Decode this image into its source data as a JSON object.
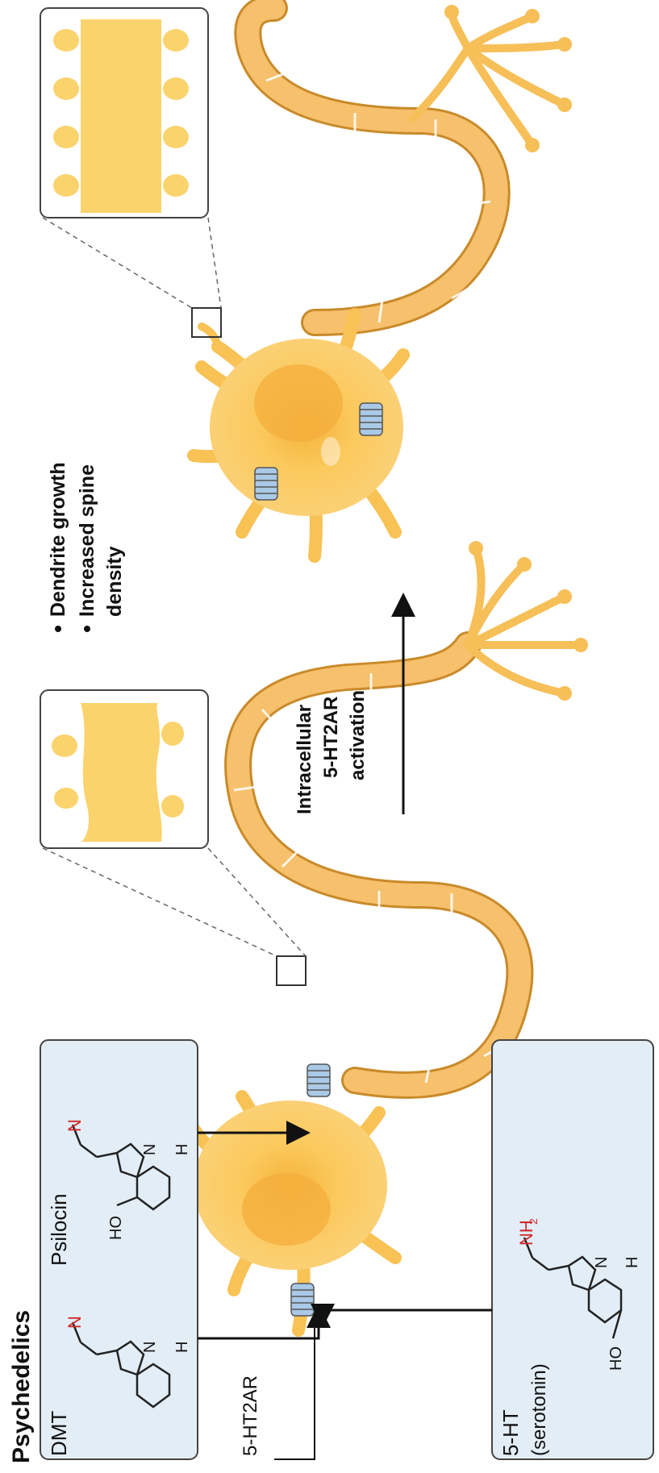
{
  "title": "Psychedelics",
  "molecules": {
    "dmt": "DMT",
    "psilocin": "Psilocin",
    "serotonin_line1": "5-HT",
    "serotonin_line2": "(serotonin)",
    "n_methyl": "N",
    "ho": "HO",
    "nh": "N",
    "h": "H",
    "nh2": "NH",
    "sub2": "2"
  },
  "receptor_label": "5-HT2AR",
  "arrow_label": {
    "line1": "Intracellular",
    "line2": "5-HT2AR",
    "line3": "activation"
  },
  "effects": [
    "Dendrite growth",
    "Increased spine",
    "density"
  ],
  "colors": {
    "neuron_fill": "#f9c65a",
    "neuron_light": "#ffd97e",
    "neuron_dark": "#f0a93a",
    "myelin": "#f6c06c",
    "panel_bg": "#e3edf6",
    "receptor": "#a9c9e6",
    "accent_red": "#d12a2a"
  }
}
